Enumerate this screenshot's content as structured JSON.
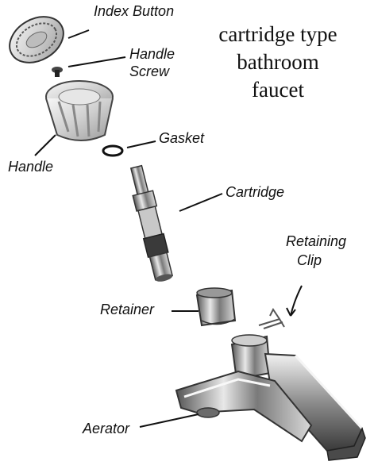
{
  "title": {
    "lines": [
      "cartridge type",
      "bathroom",
      "faucet"
    ]
  },
  "labels": {
    "index_button": "Index Button",
    "handle_screw_line1": "Handle",
    "handle_screw_line2": "Screw",
    "handle": "Handle",
    "gasket": "Gasket",
    "cartridge": "Cartridge",
    "retaining_clip_line1": "Retaining",
    "retaining_clip_line2": "Clip",
    "retainer": "Retainer",
    "aerator": "Aerator"
  }
}
